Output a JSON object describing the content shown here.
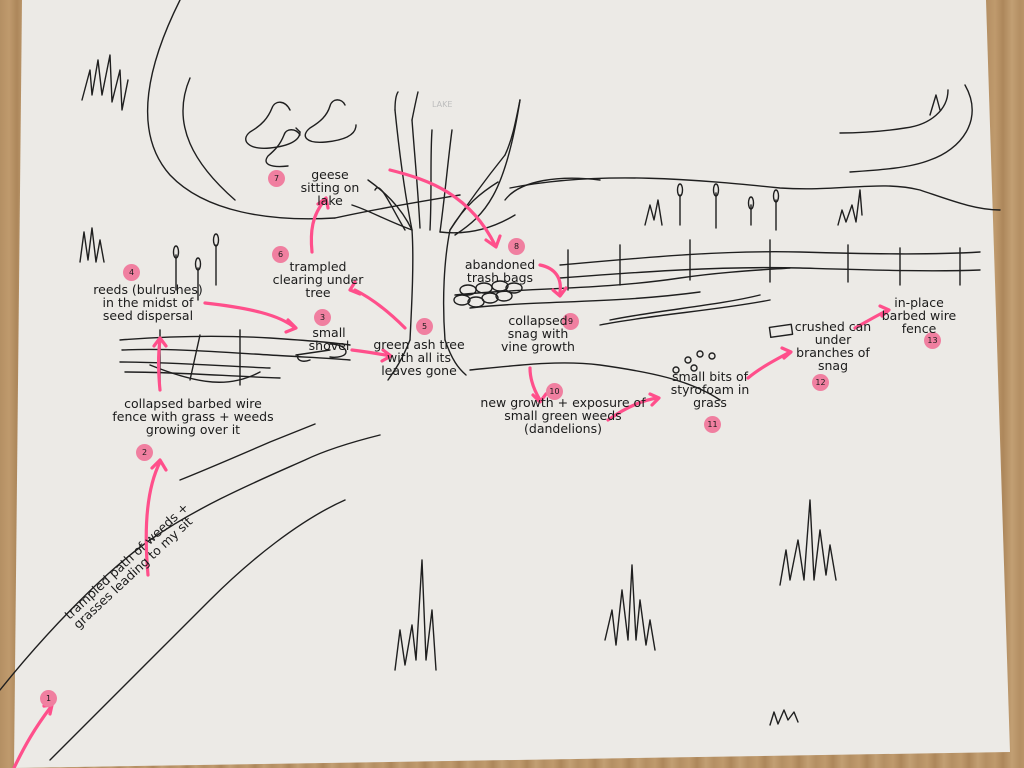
{
  "lake_label": "LAKE",
  "highlight_color": "#ff4f8b",
  "items": [
    {
      "n": "1",
      "text": "trampled path of weeds + grasses leading to my sit"
    },
    {
      "n": "2",
      "text": "collapsed barbed wire fence with grass + weeds growing over it"
    },
    {
      "n": "3",
      "text": "small shovel"
    },
    {
      "n": "4",
      "text": "reeds (bulrushes) in the midst of seed dispersal"
    },
    {
      "n": "5",
      "text": "green ash tree with all its leaves gone"
    },
    {
      "n": "6",
      "text": "trampled clearing under tree"
    },
    {
      "n": "7",
      "text": "geese sitting on lake"
    },
    {
      "n": "8",
      "text": "abandoned trash bags"
    },
    {
      "n": "9",
      "text": "collapsed snag with vine growth"
    },
    {
      "n": "10",
      "text": "new growth + exposure of small green weeds (dandelions)"
    },
    {
      "n": "11",
      "text": "small bits of styrofoam in grass"
    },
    {
      "n": "12",
      "text": "crushed can under branches of snag"
    },
    {
      "n": "13",
      "text": "in-place barbed wire fence"
    }
  ]
}
